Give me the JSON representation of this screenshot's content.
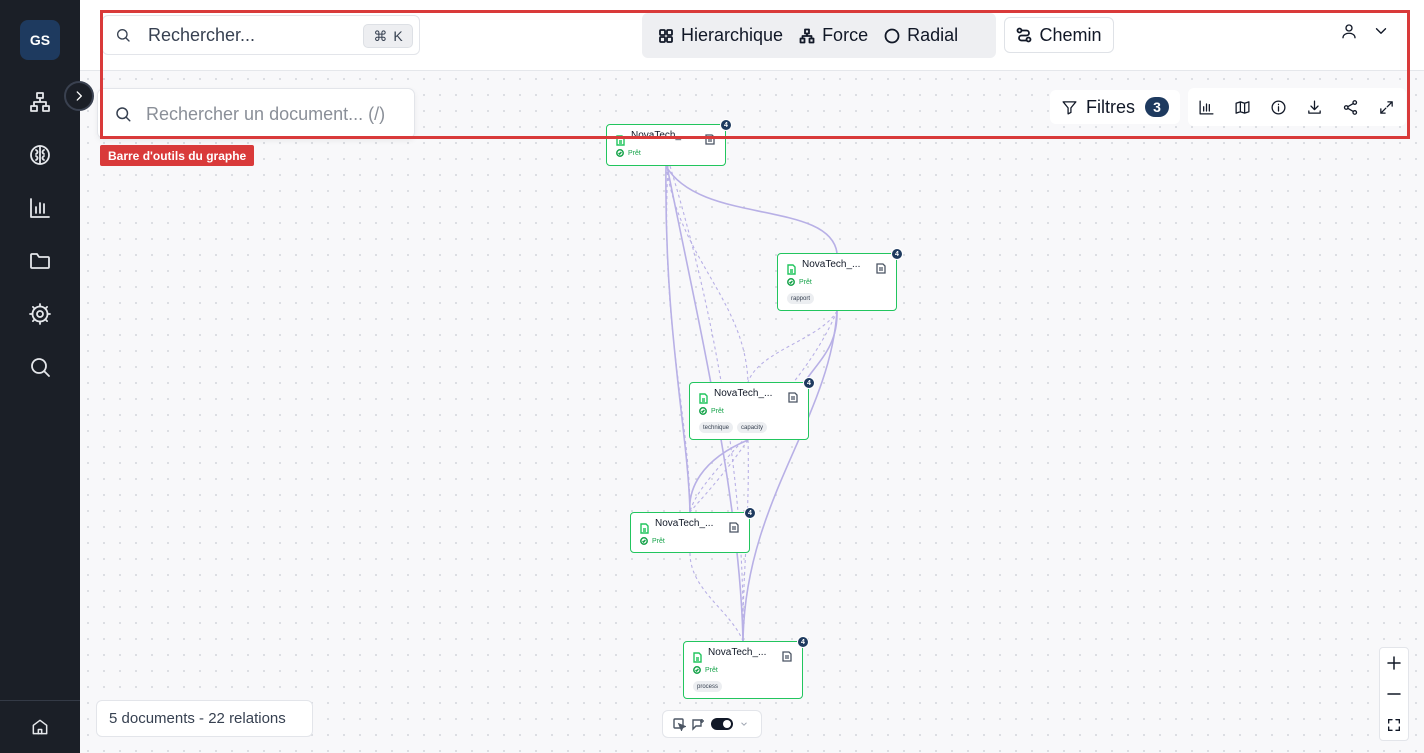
{
  "app": {
    "logo": "GS"
  },
  "sidebar": {
    "items": [
      {
        "icon": "hierarchy-icon"
      },
      {
        "icon": "brain-icon"
      },
      {
        "icon": "chart-icon"
      },
      {
        "icon": "folder-icon"
      },
      {
        "icon": "gear-icon"
      },
      {
        "icon": "search-icon"
      }
    ],
    "bottom_icon": "home-icon"
  },
  "topbar": {
    "search_placeholder": "Rechercher...",
    "shortcut_symbol": "⌘",
    "shortcut_key": "K",
    "layouts": [
      {
        "label": "Hierarchique",
        "icon": "grid-icon"
      },
      {
        "label": "Force",
        "icon": "network-icon"
      },
      {
        "label": "Radial",
        "icon": "circle-icon"
      }
    ],
    "path_label": "Chemin"
  },
  "toolbar": {
    "highlight_label": "Barre d'outils du graphe",
    "doc_search_placeholder": "Rechercher un document... (/)",
    "filters_label": "Filtres",
    "filters_count": "3"
  },
  "graph": {
    "nodes": [
      {
        "title": "NovaTech_...",
        "status": "Prêt",
        "tags": [],
        "badge": "4"
      },
      {
        "title": "NovaTech_...",
        "status": "Prêt",
        "tags": [
          "rapport"
        ],
        "badge": "4"
      },
      {
        "title": "NovaTech_...",
        "status": "Prêt",
        "tags": [
          "technique",
          "capacity"
        ],
        "badge": "4"
      },
      {
        "title": "NovaTech_...",
        "status": "Prêt",
        "tags": [],
        "badge": "4"
      },
      {
        "title": "NovaTech_...",
        "status": "Prêt",
        "tags": [
          "process"
        ],
        "badge": "4"
      }
    ],
    "stats": "5 documents - 22 relations"
  },
  "colors": {
    "sidebar_bg": "#1b1f27",
    "accent": "#1e3a5f",
    "node_border": "#22c55e",
    "edge": "#b8b0e6",
    "highlight": "#d93a3a"
  }
}
